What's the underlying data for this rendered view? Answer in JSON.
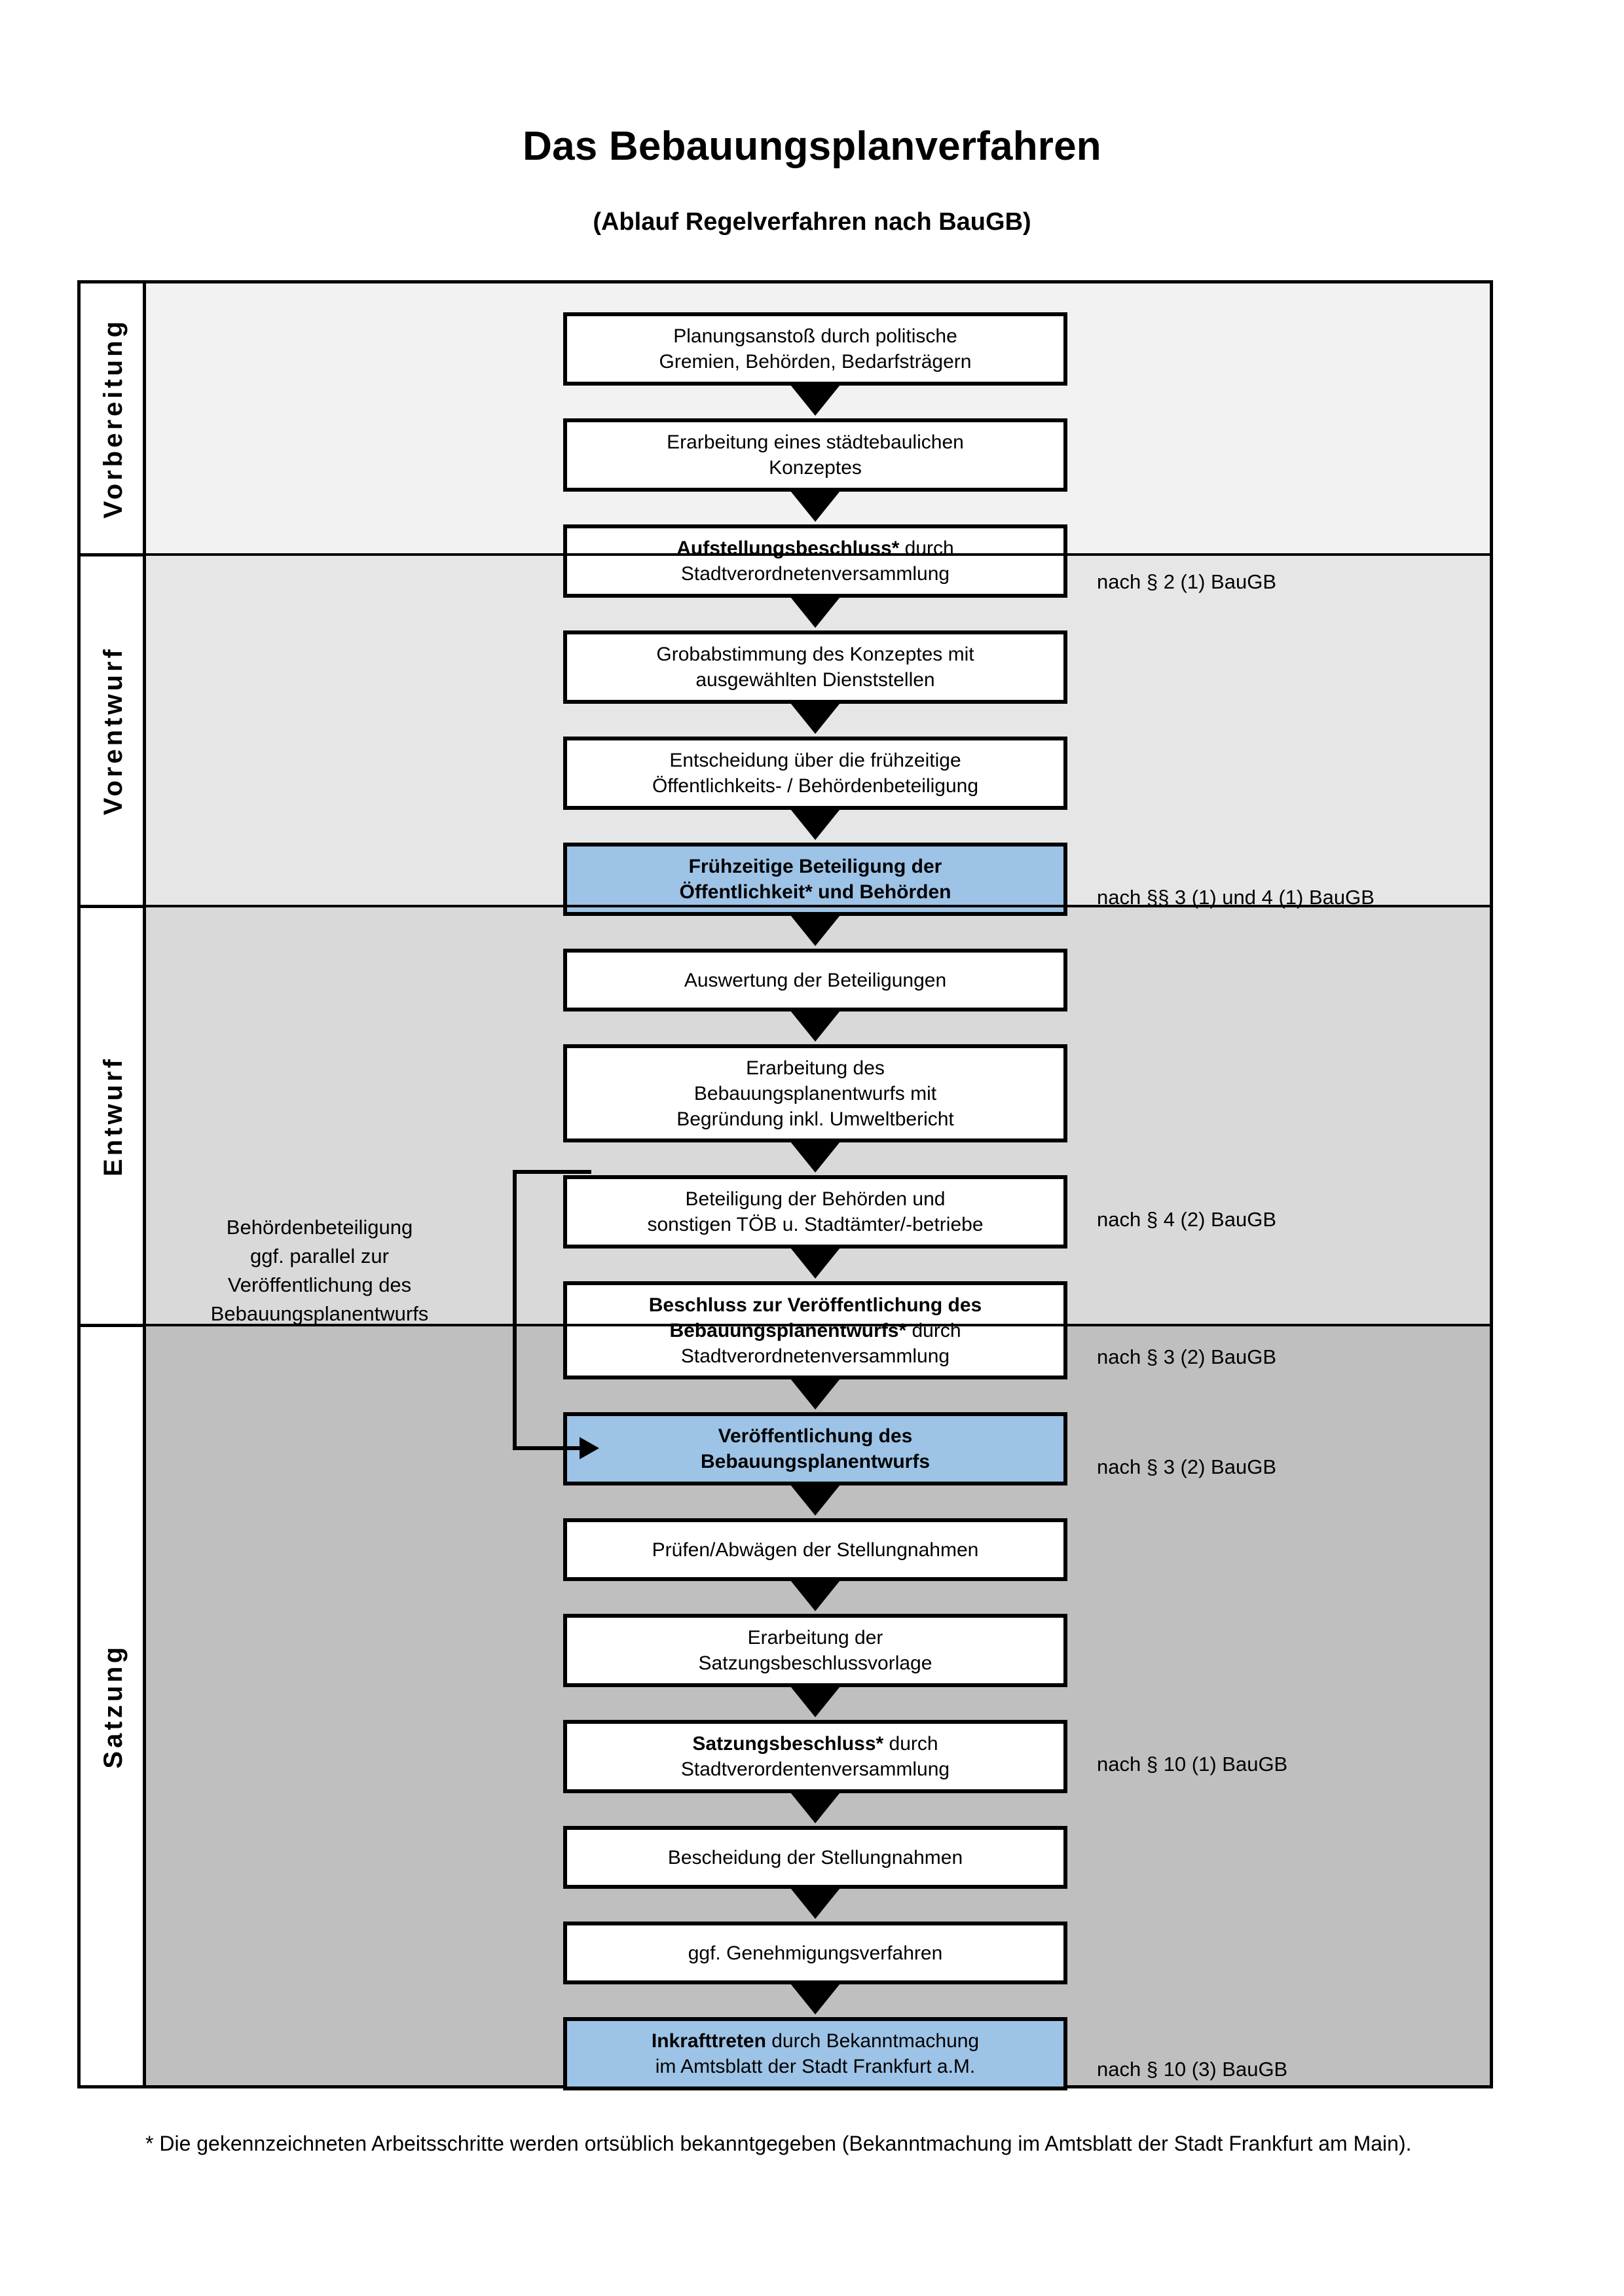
{
  "header": {
    "title": "Das Bebauungsplanverfahren",
    "subtitle": "(Ablauf Regelverfahren nach BauGB)"
  },
  "colors": {
    "highlight_box": "#9DC3E6",
    "band_vorbereitung": "#F2F2F2",
    "band_vorentwurf": "#E6E6E6",
    "band_entwurf": "#D9D9D9",
    "band_satzung": "#BFBFBF",
    "outline": "#000000"
  },
  "phases": [
    {
      "label": "Vorbereitung"
    },
    {
      "label": "Vorentwurf"
    },
    {
      "label": "Entwurf"
    },
    {
      "label": "Satzung"
    }
  ],
  "steps": [
    {
      "id": "planungsanstoss",
      "phase": "Vorbereitung",
      "highlight": false,
      "lines": [
        {
          "text": "Planungsanstoß durch politische",
          "bold": false
        },
        {
          "text": "Gremien, Behörden, Bedarfsträgern",
          "bold": false
        }
      ]
    },
    {
      "id": "staedtebauliches-konzept",
      "phase": "Vorbereitung",
      "highlight": false,
      "lines": [
        {
          "text": "Erarbeitung eines städtebaulichen",
          "bold": false
        },
        {
          "text": "Konzeptes",
          "bold": false
        }
      ]
    },
    {
      "id": "aufstellungsbeschluss",
      "phase": "Vorbereitung",
      "highlight": false,
      "lines": [
        {
          "text": "Aufstellungsbeschluss*",
          "bold": true,
          "suffix": " durch"
        },
        {
          "text": "Stadtverordnetenversammlung",
          "bold": false
        }
      ]
    },
    {
      "id": "grobabstimmung",
      "phase": "Vorentwurf",
      "highlight": false,
      "lines": [
        {
          "text": "Grobabstimmung des Konzeptes mit",
          "bold": false
        },
        {
          "text": "ausgewählten Dienststellen",
          "bold": false
        }
      ]
    },
    {
      "id": "entscheidung-fruehzeitige-beteiligung",
      "phase": "Vorentwurf",
      "highlight": false,
      "lines": [
        {
          "text": "Entscheidung über die frühzeitige",
          "bold": false
        },
        {
          "text": "Öffentlichkeits- / Behördenbeteiligung",
          "bold": false
        }
      ]
    },
    {
      "id": "fruehzeitige-beteiligung",
      "phase": "Vorentwurf",
      "highlight": true,
      "lines": [
        {
          "text": "Frühzeitige Beteiligung der",
          "bold": true
        },
        {
          "text": "Öffentlichkeit* und Behörden",
          "bold": true
        }
      ]
    },
    {
      "id": "auswertung-beteiligungen",
      "phase": "Entwurf",
      "highlight": false,
      "lines": [
        {
          "text": "Auswertung der Beteiligungen",
          "bold": false
        }
      ]
    },
    {
      "id": "erarbeitung-bebauungsplanentwurf",
      "phase": "Entwurf",
      "highlight": false,
      "lines": [
        {
          "text": "Erarbeitung des",
          "bold": false
        },
        {
          "text": "Bebauungsplanentwurfs mit",
          "bold": false
        },
        {
          "text": "Begründung inkl. Umweltbericht",
          "bold": false
        }
      ]
    },
    {
      "id": "beteiligung-behoerden",
      "phase": "Entwurf",
      "highlight": false,
      "lines": [
        {
          "text": "Beteiligung der Behörden und",
          "bold": false
        },
        {
          "text": "sonstigen TÖB u. Stadtämter/-betriebe",
          "bold": false
        }
      ]
    },
    {
      "id": "beschluss-veroeffentlichung",
      "phase": "Entwurf",
      "highlight": false,
      "lines": [
        {
          "text": "Beschluss zur Veröffentlichung des",
          "bold": true
        },
        {
          "text": "Bebauungsplanentwurfs*",
          "bold": true,
          "suffix": " durch"
        },
        {
          "text": "Stadtverordnetenversammlung",
          "bold": false
        }
      ]
    },
    {
      "id": "veroeffentlichung-entwurf",
      "phase": "Entwurf",
      "highlight": true,
      "lines": [
        {
          "text": "Veröffentlichung des",
          "bold": true
        },
        {
          "text": "Bebauungsplanentwurfs",
          "bold": true
        }
      ]
    },
    {
      "id": "pruefen-abwaegen",
      "phase": "Satzung",
      "highlight": false,
      "lines": [
        {
          "text": "Prüfen/Abwägen der Stellungnahmen",
          "bold": false
        }
      ]
    },
    {
      "id": "erarbeitung-satzungsbeschlussvorlage",
      "phase": "Satzung",
      "highlight": false,
      "lines": [
        {
          "text": "Erarbeitung der",
          "bold": false
        },
        {
          "text": "Satzungsbeschlussvorlage",
          "bold": false
        }
      ]
    },
    {
      "id": "satzungsbeschluss",
      "phase": "Satzung",
      "highlight": false,
      "lines": [
        {
          "text": "Satzungsbeschluss*",
          "bold": true,
          "suffix": " durch"
        },
        {
          "text": "Stadtverordentenversammlung",
          "bold": false
        }
      ]
    },
    {
      "id": "bescheidung-stellungnahmen",
      "phase": "Satzung",
      "highlight": false,
      "lines": [
        {
          "text": "Bescheidung der Stellungnahmen",
          "bold": false
        }
      ]
    },
    {
      "id": "genehmigungsverfahren",
      "phase": "Satzung",
      "highlight": false,
      "lines": [
        {
          "text": "ggf. Genehmigungsverfahren",
          "bold": false
        }
      ]
    },
    {
      "id": "inkrafttreten",
      "phase": "Satzung",
      "highlight": true,
      "lines": [
        {
          "text": "Inkrafttreten",
          "bold": true,
          "suffix": " durch Bekanntmachung"
        },
        {
          "text": "im Amtsblatt der Stadt Frankfurt a.M.",
          "bold": false
        }
      ]
    }
  ],
  "legal_notes": [
    {
      "id": "note-aufstellungsbeschluss",
      "text": "nach § 2 (1) BauGB"
    },
    {
      "id": "note-fruehzeitige-beteiligung",
      "text": "nach §§ 3 (1) und 4 (1) BauGB"
    },
    {
      "id": "note-beteiligung-behoerden",
      "text": "nach § 4 (2) BauGB"
    },
    {
      "id": "note-beschluss-veroeffentlichung",
      "text": "nach § 3 (2) BauGB"
    },
    {
      "id": "note-veroeffentlichung-entwurf",
      "text": "nach § 3 (2) BauGB"
    },
    {
      "id": "note-satzungsbeschluss",
      "text": "nach § 10 (1) BauGB"
    },
    {
      "id": "note-inkrafttreten",
      "text": "nach § 10 (3) BauGB"
    }
  ],
  "side_note": {
    "lines": [
      "Behördenbeteiligung",
      "ggf. parallel zur",
      "Veröffentlichung des",
      "Bebauungsplanentwurfs"
    ]
  },
  "footnote": {
    "text": "* Die gekennzeichneten Arbeitsschritte werden ortsüblich bekanntgegeben (Bekanntmachung im Amtsblatt  der Stadt Frankfurt am Main)."
  }
}
